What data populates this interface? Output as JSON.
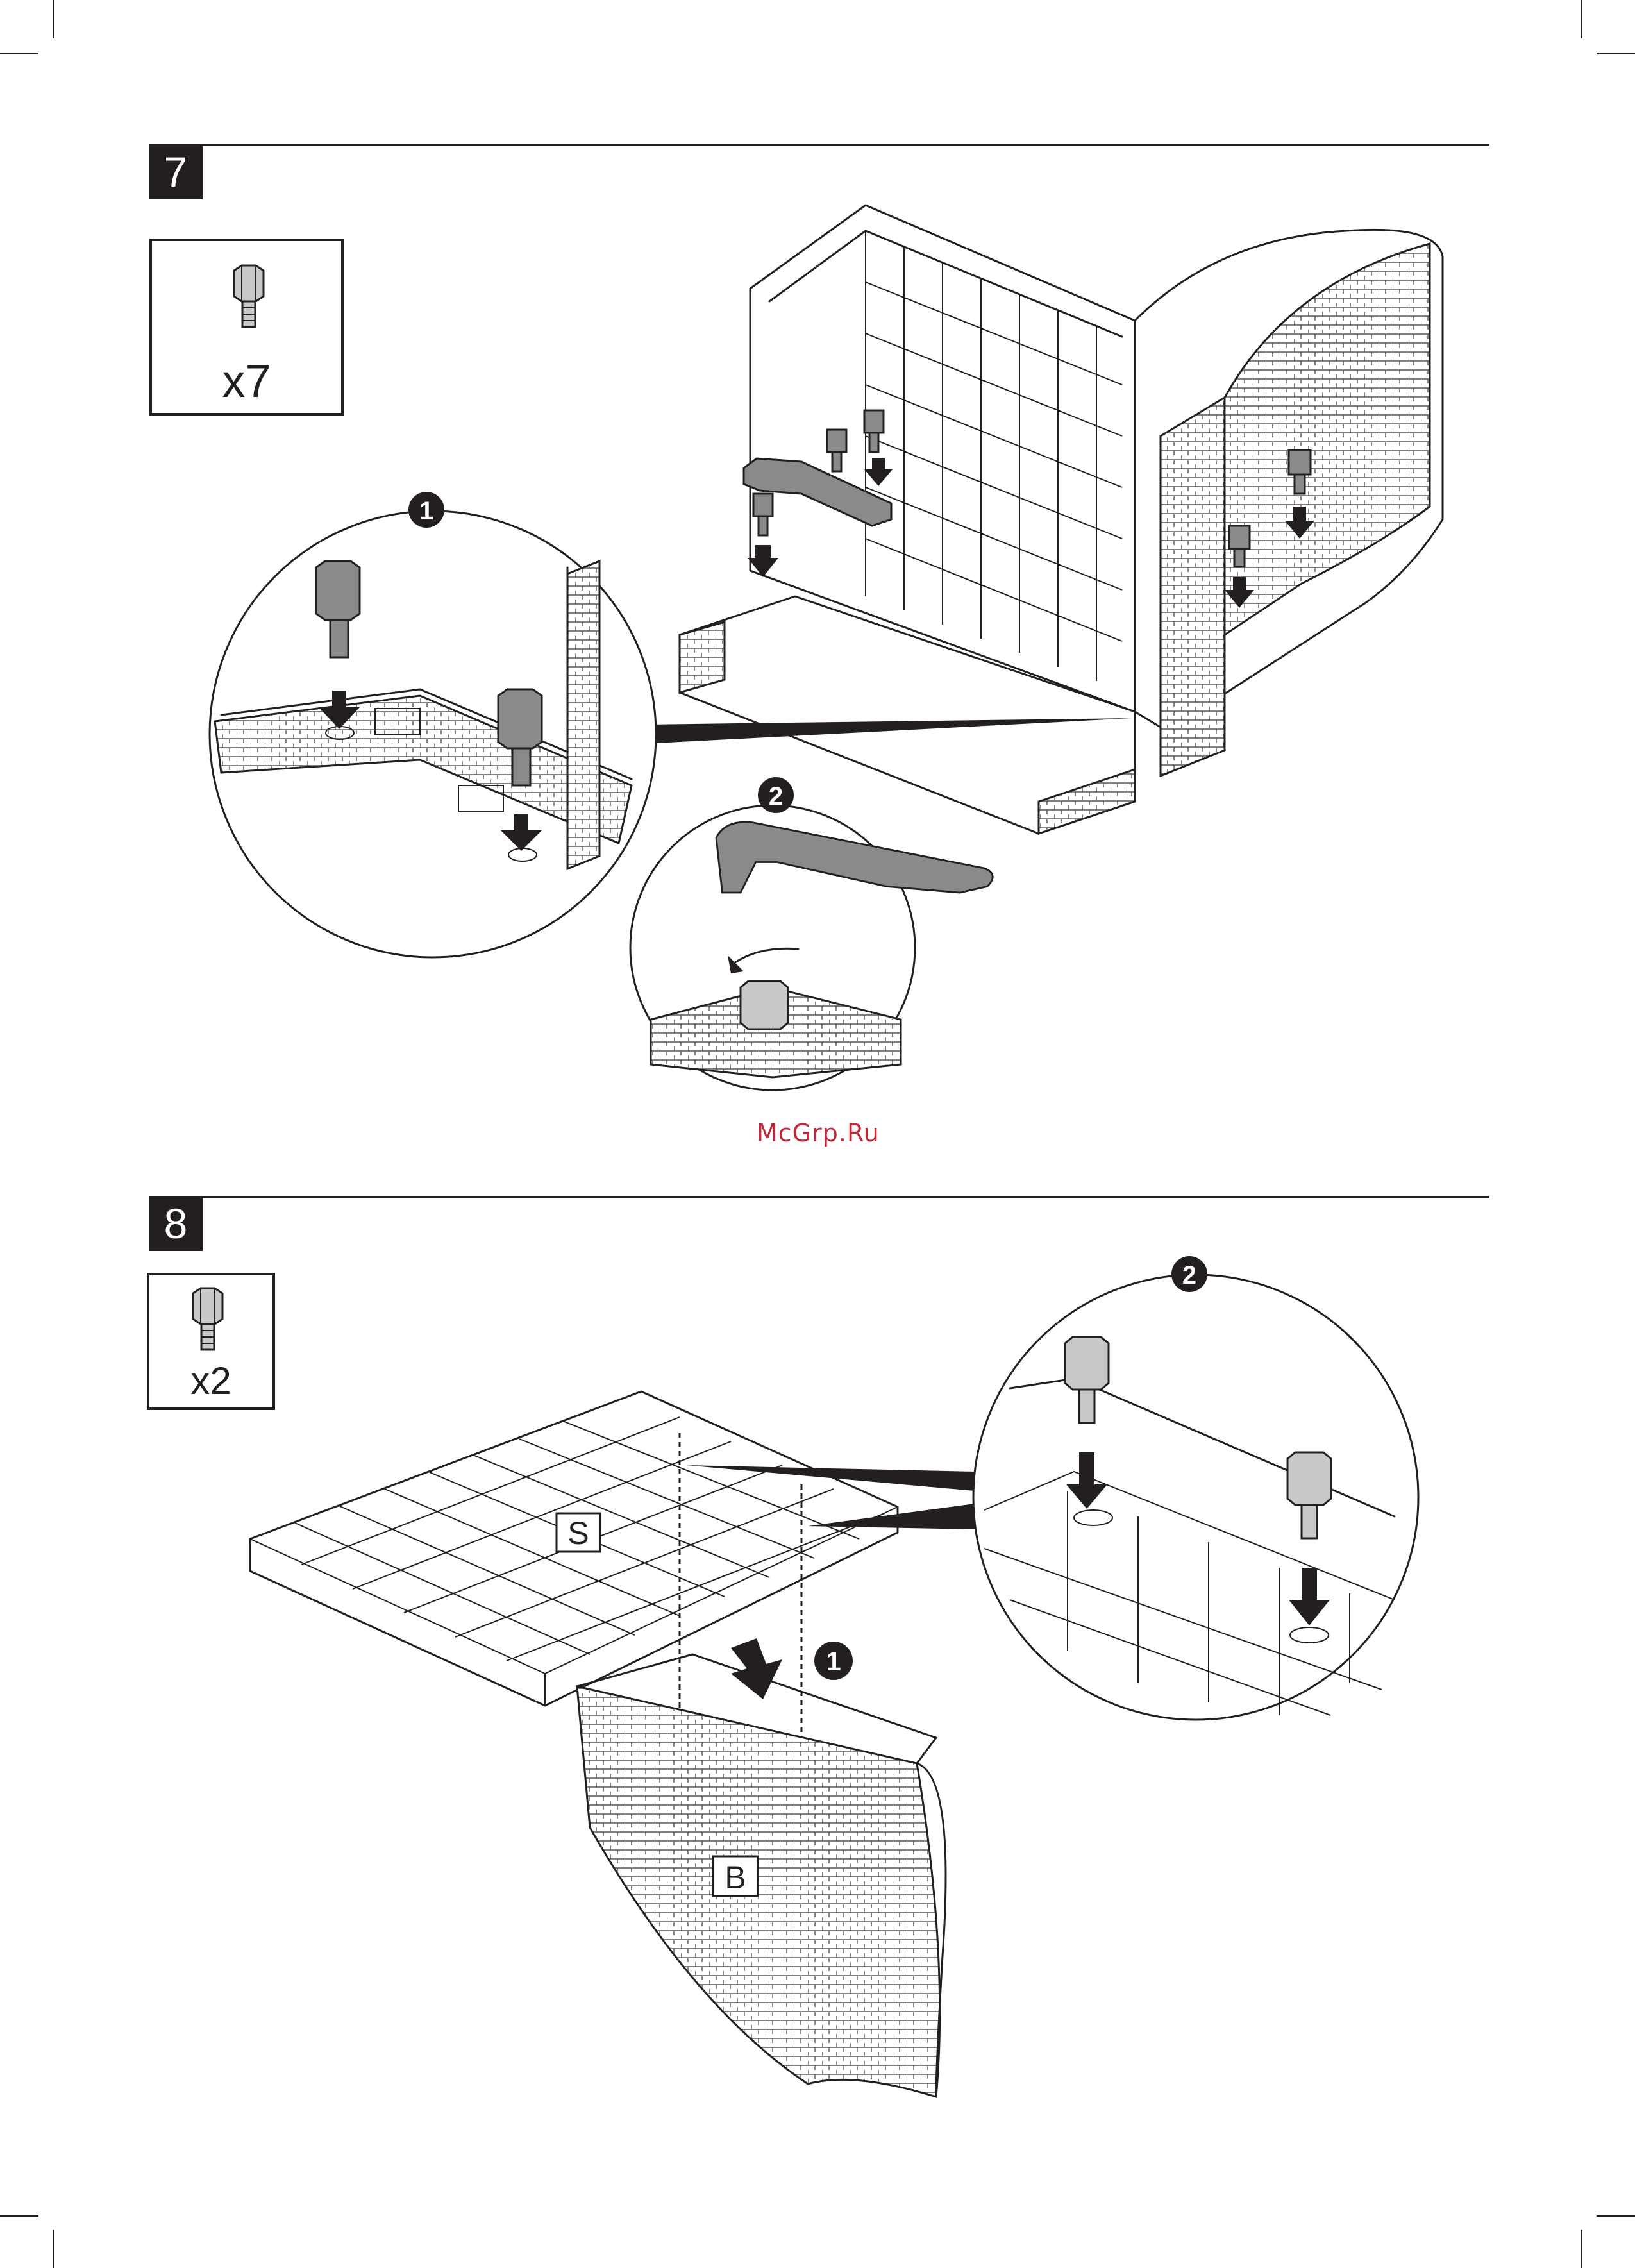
{
  "steps": [
    {
      "number": "7",
      "parts_quantity": "x7",
      "callouts": [
        "1",
        "2"
      ]
    },
    {
      "number": "8",
      "parts_quantity": "x2",
      "callouts": [
        "1",
        "2"
      ],
      "part_labels": [
        "S",
        "B"
      ]
    }
  ],
  "watermark": "McGrp.Ru",
  "icons": [
    "screw-peg-icon",
    "down-arrow-icon",
    "rotate-arrow-icon",
    "wrench-tool-icon"
  ]
}
